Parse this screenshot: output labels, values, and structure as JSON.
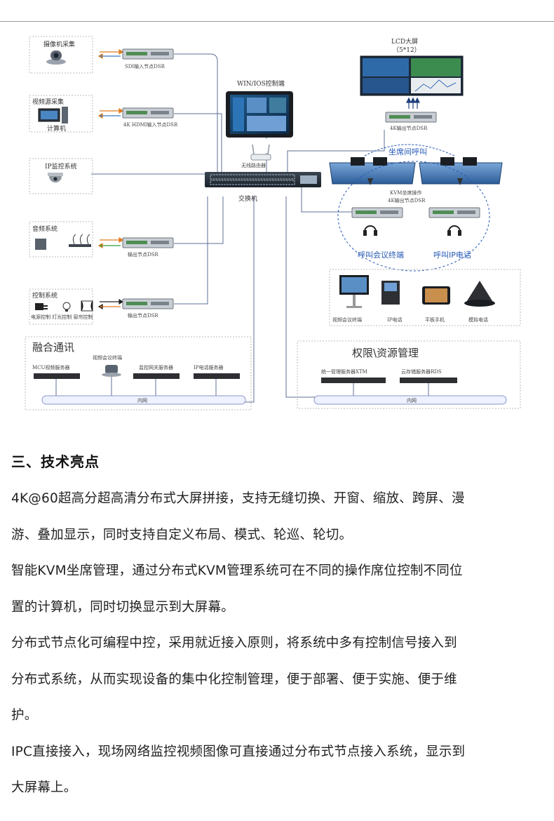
{
  "diagram": {
    "camera_system": "摄像机采集",
    "sdi_node": "SDI输入节点DSR",
    "video_source": "视频源采集",
    "computer": "计算机",
    "hdmi_node": "4K HDMI输入节点DSR",
    "ip_monitor": "IP监控系统",
    "audio_system": "音频系统",
    "output_node": "输出节点DSR",
    "control_system": "控制系统",
    "control_items": "电源控制 灯光控制 窗帘控制",
    "control_node": "输出节点DSR",
    "win_ios": "WIN/IOS控制端",
    "wireless_router": "无线路由器",
    "switch": "交换机",
    "lcd_wall": "LCD大屏",
    "lcd_wall_size": "（5*12）",
    "output_node_4k": "4K输出节点DSR",
    "seat_call": "坐席间呼叫",
    "kvm_seat_1": "KVM坐席操作",
    "kvm_seat_2": "4K输出节点DSR",
    "call_conference": "呼叫会议终端",
    "call_ip_phone": "呼叫IP电话",
    "terminals": [
      "视频会议终端",
      "IP电话",
      "平板手机",
      "模拟电话"
    ],
    "fusion_title": "融合通讯",
    "mcu": "MCU视频服务器",
    "video_conf_terminal": "视频会议终端",
    "monitor_server": "监控网关服务器",
    "ip_phone_server": "IP电话服务器",
    "lan_left": "内网",
    "rights_title": "权限\\资源管理",
    "unified_server": "统一管理服务器XTM",
    "cloud_server": "云存储服务器RDS",
    "lan_right": "内网"
  },
  "section": {
    "heading": "三、技术亮点",
    "paragraphs": [
      [
        "4K@60超高分超高清分布式大屏拼接，支持无缝切换、开窗、缩放、跨屏、漫",
        "游、叠加显示，同时支持自定义布局、模式、轮巡、轮切。"
      ],
      [
        "智能KVM坐席管理，通过分布式KVM管理系统可在不同的操作席位控制不同位",
        "置的计算机，同时切换显示到大屏幕。"
      ],
      [
        "分布式节点化可编程中控，采用就近接入原则，将系统中多有控制信号接入到",
        "分布式系统，从而实现设备的集中化控制管理，便于部署、便于实施、便于维",
        "护。"
      ],
      [
        "IPC直接接入，现场网络监控视频图像可直接通过分布式节点接入系统，显示到",
        "大屏幕上。"
      ]
    ]
  }
}
